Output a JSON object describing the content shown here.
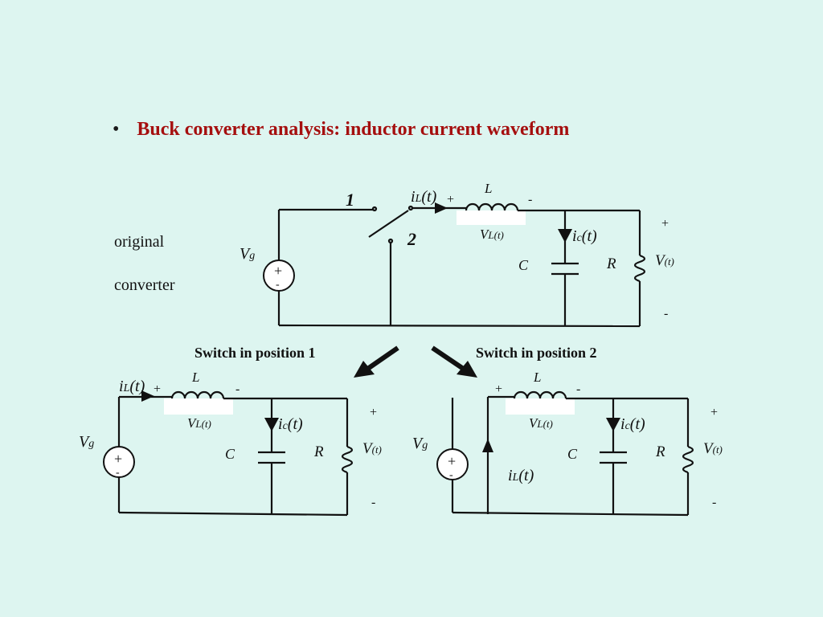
{
  "slide": {
    "bullet": "•",
    "title": "Buck converter analysis: inductor current waveform",
    "side_label_1": "original",
    "side_label_2": "converter",
    "title_color": "#a50f0f",
    "background": "#ddf5f0"
  },
  "circuits": {
    "original": {
      "pos1": "1",
      "pos2": "2",
      "iL_main": "i",
      "iL_sub": "L",
      "iL_arg": "(t)",
      "plus": "+",
      "minus": "-",
      "L": "L",
      "VL_main": "V",
      "VL_sub": "L(t)",
      "ic_main": "i",
      "ic_sub": "c",
      "ic_arg": "(t)",
      "C": "C",
      "R": "R",
      "V_main": "V",
      "V_sub": "(t)",
      "Vg_main": "V",
      "Vg_sub": "g",
      "src_plus": "+",
      "src_minus": "-"
    },
    "pos1": {
      "caption": "Switch in position 1"
    },
    "pos2": {
      "caption": "Switch in position 2"
    }
  }
}
